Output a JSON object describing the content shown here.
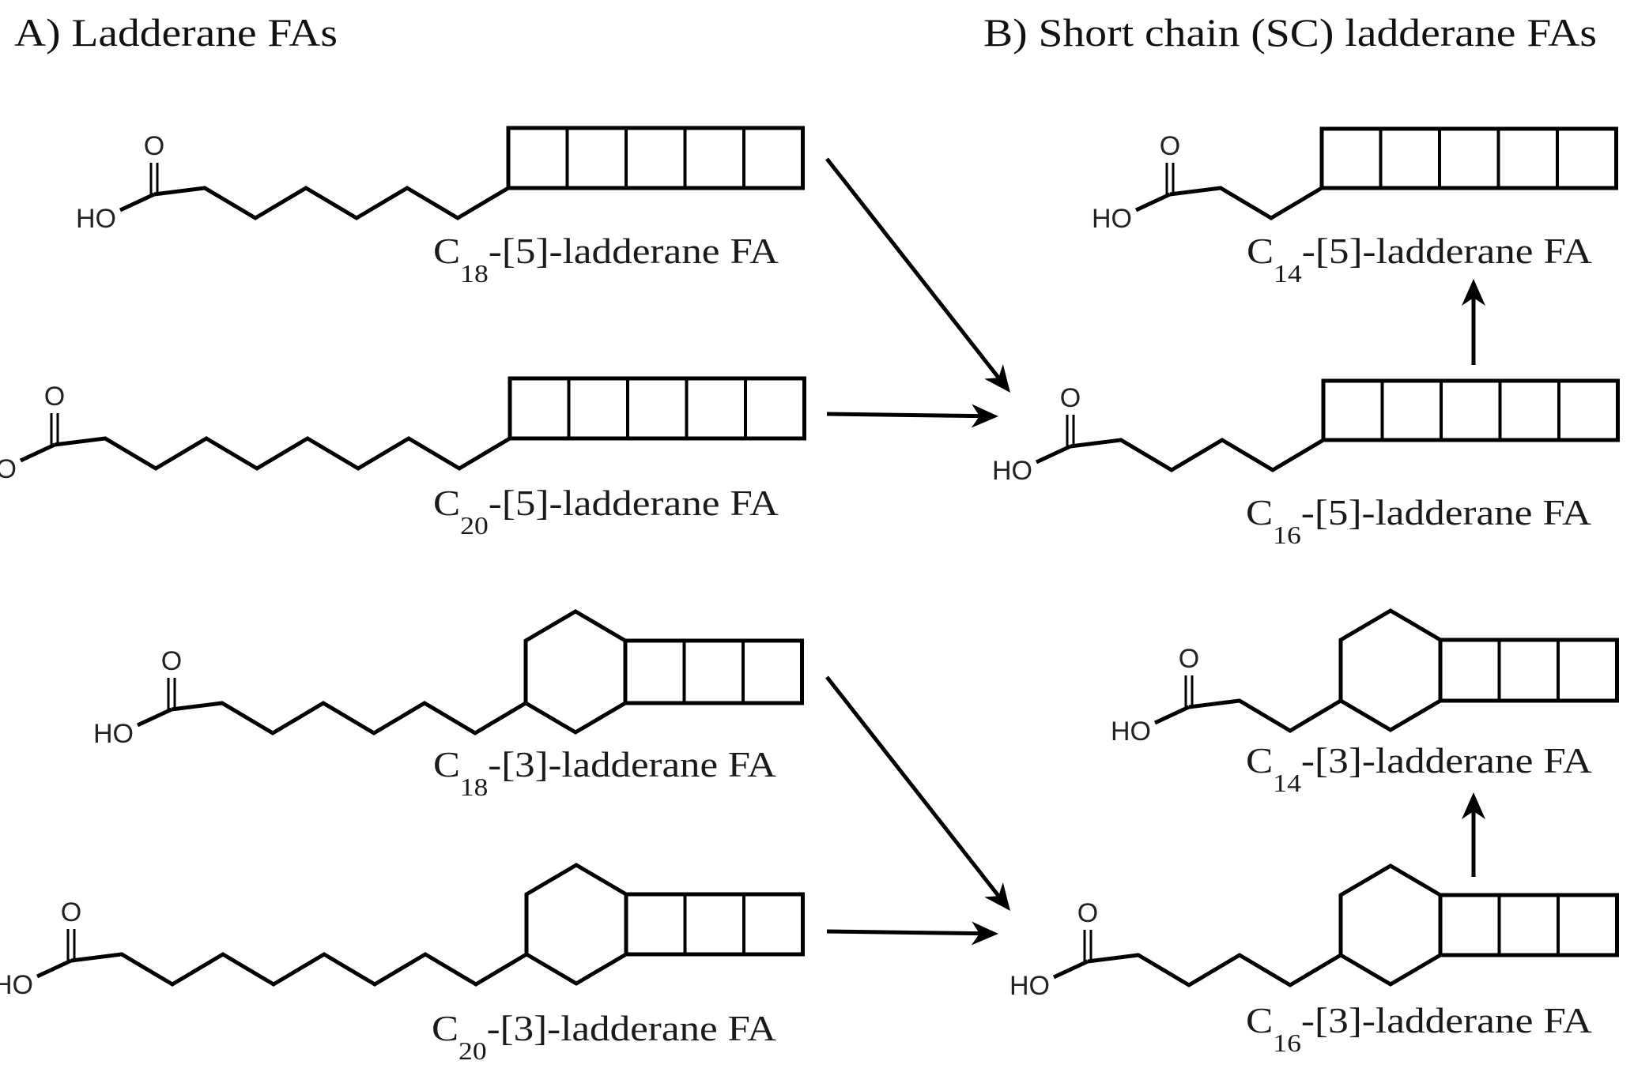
{
  "figure": {
    "panel_a": {
      "title": "A) Ladderane FAs"
    },
    "panel_b": {
      "title": "B) Short chain (SC) ladderane FAs"
    },
    "atom_labels": {
      "oxygen": "O",
      "hydroxyl": "HO"
    },
    "molecules": [
      {
        "id": "c18-5",
        "panel": "A",
        "prefix": "C",
        "subscript": "18",
        "suffix": "-[5]-ladderane FA",
        "ring_system": "[5]-ladderane",
        "cyclobutane_rings": 5,
        "cyclohexane_ring": false,
        "chain_bonds": 6
      },
      {
        "id": "c20-5",
        "panel": "A",
        "prefix": "C",
        "subscript": "20",
        "suffix": "-[5]-ladderane FA",
        "ring_system": "[5]-ladderane",
        "cyclobutane_rings": 5,
        "cyclohexane_ring": false,
        "chain_bonds": 8
      },
      {
        "id": "c18-3",
        "panel": "A",
        "prefix": "C",
        "subscript": "18",
        "suffix": "-[3]-ladderane FA",
        "ring_system": "[3]-ladderane",
        "cyclobutane_rings": 3,
        "cyclohexane_ring": true,
        "chain_bonds": 6
      },
      {
        "id": "c20-3",
        "panel": "A",
        "prefix": "C",
        "subscript": "20",
        "suffix": "-[3]-ladderane FA",
        "ring_system": "[3]-ladderane",
        "cyclobutane_rings": 3,
        "cyclohexane_ring": true,
        "chain_bonds": 8
      },
      {
        "id": "c14-5",
        "panel": "B",
        "prefix": "C",
        "subscript": "14",
        "suffix": "-[5]-ladderane FA",
        "ring_system": "[5]-ladderane",
        "cyclobutane_rings": 5,
        "cyclohexane_ring": false,
        "chain_bonds": 2
      },
      {
        "id": "c16-5",
        "panel": "B",
        "prefix": "C",
        "subscript": "16",
        "suffix": "-[5]-ladderane FA",
        "ring_system": "[5]-ladderane",
        "cyclobutane_rings": 5,
        "cyclohexane_ring": false,
        "chain_bonds": 4
      },
      {
        "id": "c14-3",
        "panel": "B",
        "prefix": "C",
        "subscript": "14",
        "suffix": "-[3]-ladderane FA",
        "ring_system": "[3]-ladderane",
        "cyclobutane_rings": 3,
        "cyclohexane_ring": true,
        "chain_bonds": 2
      },
      {
        "id": "c16-3",
        "panel": "B",
        "prefix": "C",
        "subscript": "16",
        "suffix": "-[3]-ladderane FA",
        "ring_system": "[3]-ladderane",
        "cyclobutane_rings": 3,
        "cyclohexane_ring": true,
        "chain_bonds": 4
      }
    ],
    "arrows": [
      {
        "id": "c18-5-to-c16-5",
        "from": "c18-5",
        "to": "c16-5",
        "direction": "diagonal-down"
      },
      {
        "id": "c20-5-to-c16-5",
        "from": "c20-5",
        "to": "c16-5",
        "direction": "right"
      },
      {
        "id": "c16-5-to-c14-5",
        "from": "c16-5",
        "to": "c14-5",
        "direction": "up"
      },
      {
        "id": "c18-3-to-c16-3",
        "from": "c18-3",
        "to": "c16-3",
        "direction": "diagonal-down"
      },
      {
        "id": "c20-3-to-c16-3",
        "from": "c20-3",
        "to": "c16-3",
        "direction": "right"
      },
      {
        "id": "c16-3-to-c14-3",
        "from": "c16-3",
        "to": "c14-3",
        "direction": "up"
      }
    ]
  }
}
